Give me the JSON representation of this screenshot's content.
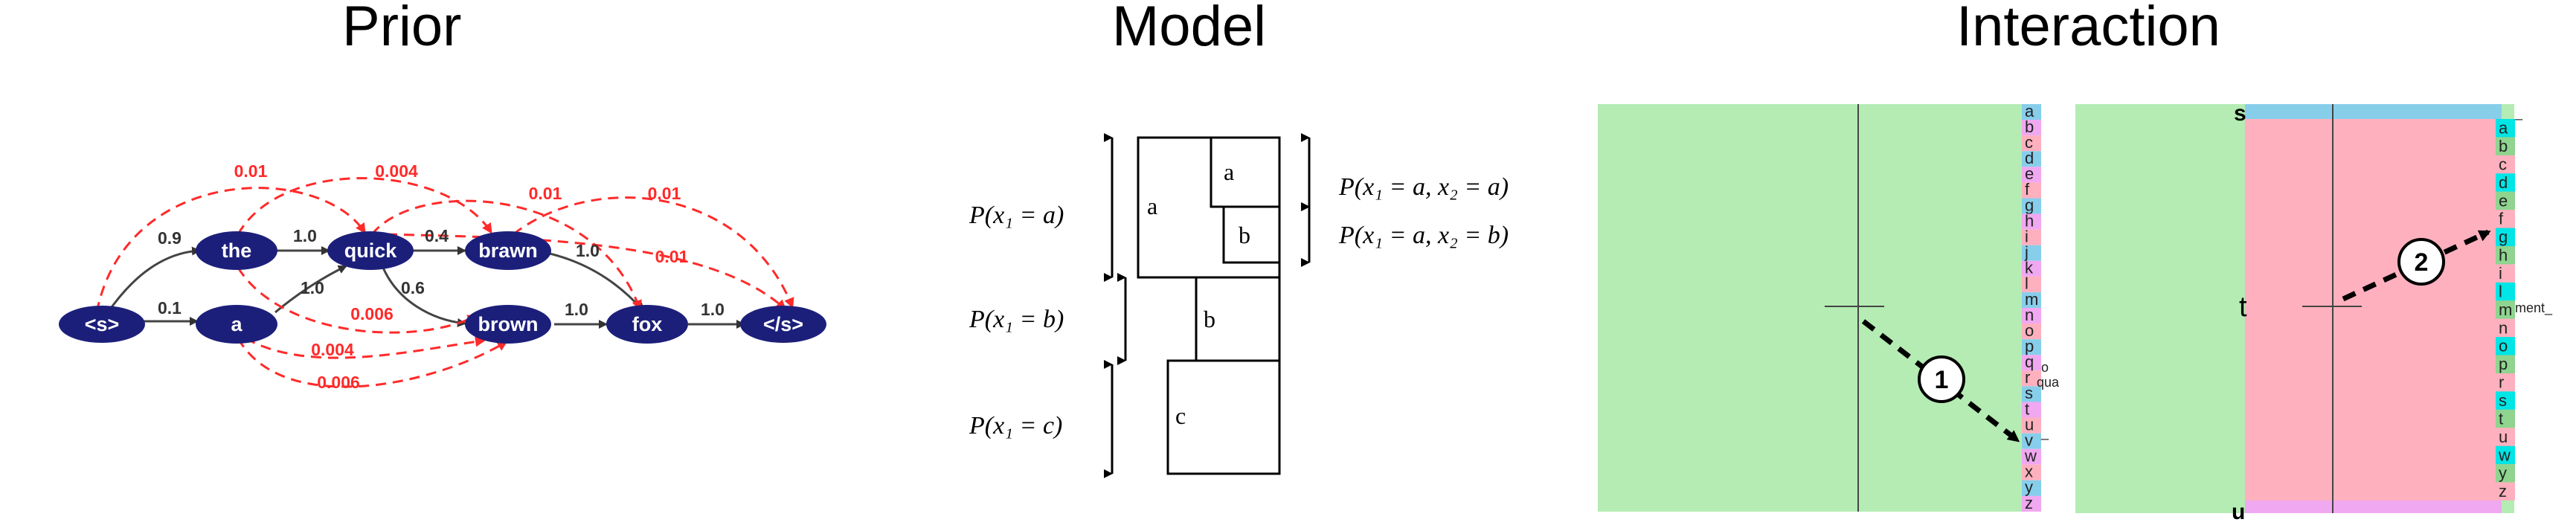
{
  "headings": {
    "prior": "Prior",
    "model": "Model",
    "interaction": "Interaction"
  },
  "prior": {
    "nodes": {
      "s": "<s>",
      "the": "the",
      "a": "a",
      "quick": "quick",
      "brawn": "brawn",
      "brown": "brown",
      "fox": "fox",
      "end": "</s>"
    },
    "edges_solid": {
      "s_the": "0.9",
      "s_a": "0.1",
      "the_quick": "1.0",
      "a_quick": "1.0",
      "quick_brawn": "0.4",
      "quick_brown": "0.6",
      "brown_fox": "1.0",
      "brawn_fox": "1.0",
      "fox_end": "1.0"
    },
    "edges_dashed": {
      "e1": "0.01",
      "e2": "0.004",
      "e3": "0.01",
      "e4": "0.01",
      "e5": "0.01",
      "e6": "0.006",
      "e7": "0.004",
      "e8": "0.006"
    },
    "colors": {
      "node": "#1c1f7a",
      "solid": "#444444",
      "dashed": "#ff2a2a"
    }
  },
  "model": {
    "labels_left": {
      "p_a": "P(x₁ = a)",
      "p_b": "P(x₁ = b)",
      "p_c": "P(x₁ = c)"
    },
    "labels_right": {
      "p_aa": "P(x₁ = a, x₂ = a)",
      "p_ab": "P(x₁ = a, x₂ = b)"
    },
    "box_labels": {
      "a": "a",
      "aa": "a",
      "ab": "b",
      "b": "b",
      "c": "c"
    }
  },
  "interaction": {
    "left_panel": {
      "step": "1",
      "letters": [
        "a",
        "b",
        "c",
        "d",
        "e",
        "f",
        "g",
        "h",
        "i",
        "j",
        "k",
        "l",
        "m",
        "n",
        "o",
        "p",
        "q",
        "r",
        "s",
        "t",
        "u",
        "v",
        "w",
        "x",
        "y",
        "z"
      ],
      "extra": {
        "o": "o",
        "qua": "qua",
        "dash": "_"
      }
    },
    "right_panel": {
      "step": "2",
      "big_s": "s",
      "big_t": "t",
      "big_u": "u",
      "letters": [
        "a",
        "b",
        "c",
        "d",
        "e",
        "f",
        "g",
        "h",
        "i",
        "l",
        "m",
        "n",
        "o",
        "p",
        "r",
        "s",
        "t",
        "u",
        "w",
        "y",
        "z"
      ],
      "extra": {
        "ment": "ment_",
        "dash": "_"
      }
    },
    "colors": {
      "green": "#b4ecb4",
      "pink": "#ffb0be",
      "blue": "#87ceeb",
      "cyan": "#00e5e5",
      "magenta": "#f0a8f0",
      "dark_green": "#8fd48f"
    }
  }
}
